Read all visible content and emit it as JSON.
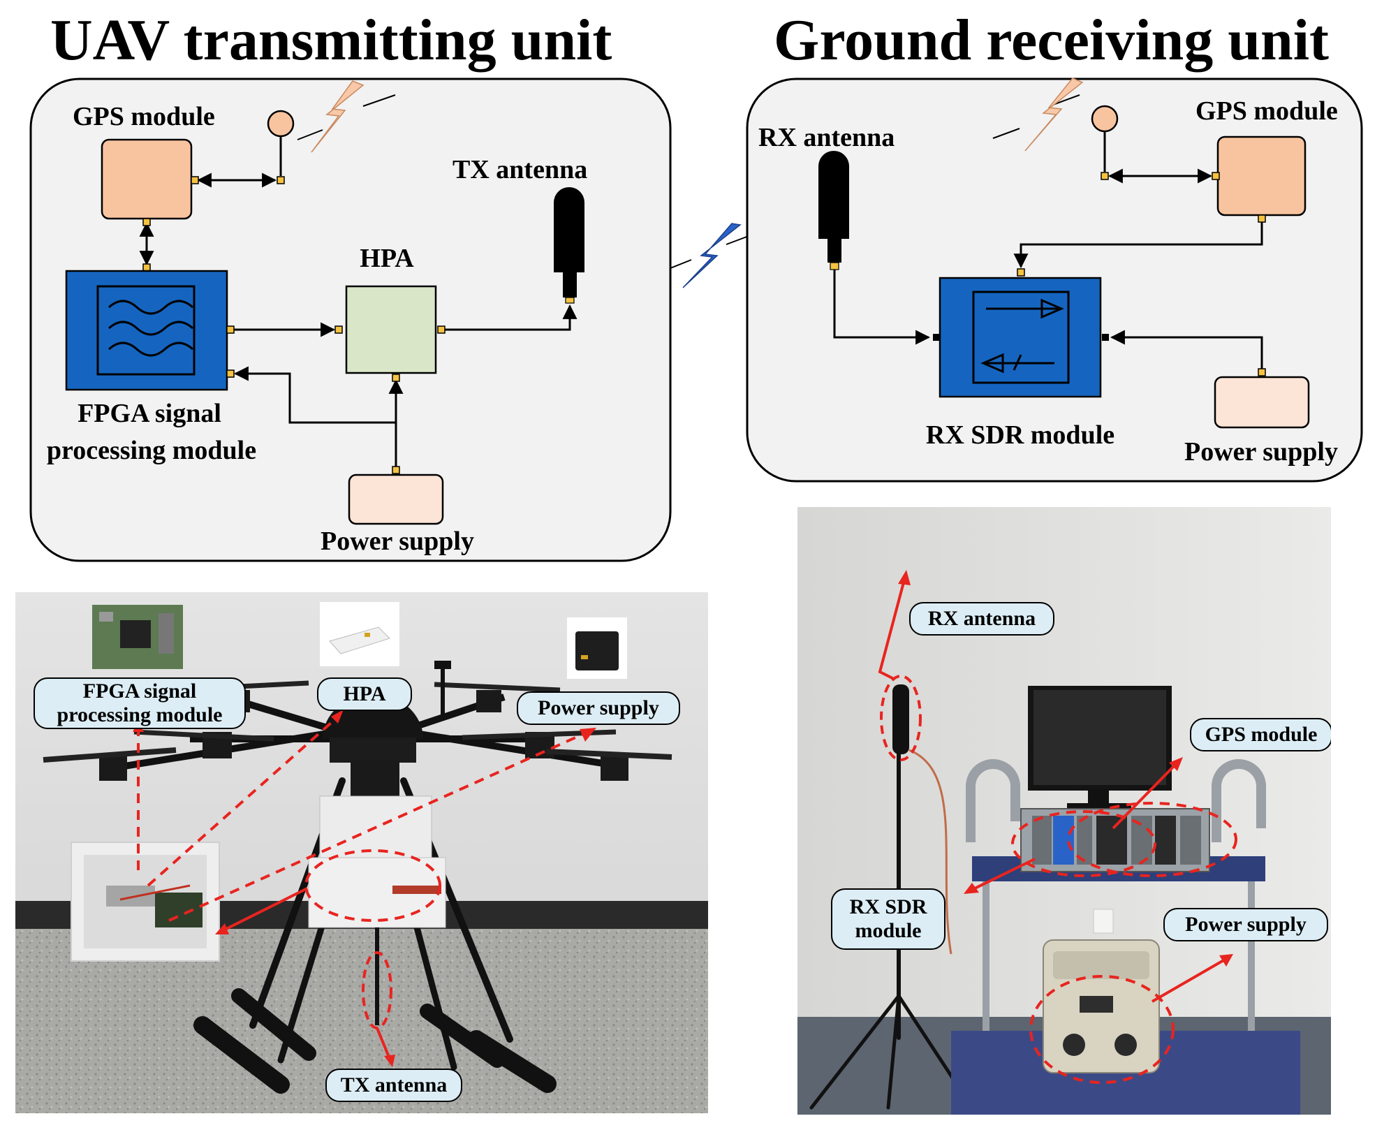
{
  "titles": {
    "uav": "UAV transmitting unit",
    "ground": "Ground receiving unit"
  },
  "uav_diagram": {
    "gps_label": "GPS module",
    "tx_antenna_label": "TX antenna",
    "hpa_label": "HPA",
    "fpga_label_line1": "FPGA signal",
    "fpga_label_line2": "processing module",
    "power_label": "Power supply"
  },
  "ground_diagram": {
    "rx_antenna_label": "RX antenna",
    "gps_label": "GPS module",
    "rx_sdr_label": "RX SDR module",
    "power_label": "Power supply"
  },
  "uav_photo": {
    "callouts": {
      "fpga_line1": "FPGA signal",
      "fpga_line2": "processing module",
      "hpa": "HPA",
      "power": "Power supply",
      "tx_antenna": "TX antenna"
    }
  },
  "ground_photo": {
    "callouts": {
      "rx_antenna": "RX antenna",
      "gps": "GPS module",
      "rx_sdr_line1": "RX SDR",
      "rx_sdr_line2": "module",
      "power": "Power supply"
    }
  },
  "colors": {
    "panel_bg": "#f2f2f2",
    "gps_fill": "#f8c4a0",
    "hpa_fill": "#d9e7c8",
    "power_fill": "#fce4d6",
    "fpga_blue": "#1565c0",
    "connector": "#f5c242",
    "callout_bg": "#dcedf5",
    "annotation_red": "#e8241f",
    "signal_bolt": "#f8c8a8",
    "link_bolt": "#2a63c8"
  }
}
